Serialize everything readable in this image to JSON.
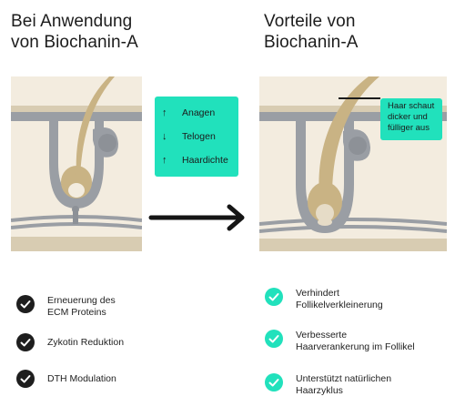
{
  "left": {
    "title_line1": "Bei Anwendung",
    "title_line2": "von Biochanin-A",
    "markers": [
      {
        "arrow": "↑",
        "label": "Anagen"
      },
      {
        "arrow": "↓",
        "label": "Telogen"
      },
      {
        "arrow": "↑",
        "label": "Haardichte"
      }
    ],
    "list": [
      {
        "line1": "Erneuerung des",
        "line2": "ECM Proteins"
      },
      {
        "line1": "Zykotin Reduktion",
        "line2": ""
      },
      {
        "line1": "DTH Modulation",
        "line2": ""
      }
    ]
  },
  "right": {
    "title_line1": "Vorteile von",
    "title_line2": "Biochanin-A",
    "callout": {
      "line1": "Haar schaut",
      "line2": "dicker und",
      "line3": "fülliger aus"
    },
    "list": [
      {
        "line1": "Verhindert",
        "line2": "Follikelverkleinerung"
      },
      {
        "line1": "Verbesserte",
        "line2": "Haarverankerung im Follikel"
      },
      {
        "line1": "Unterstützt natürlichen",
        "line2": "Haarzyklus"
      }
    ]
  },
  "colors": {
    "accent_teal": "#21e1bc",
    "dark": "#1e1e1e",
    "skin": "#f3ecdf",
    "hair": "#c9b384",
    "tissue_grey": "#9a9ea4"
  }
}
